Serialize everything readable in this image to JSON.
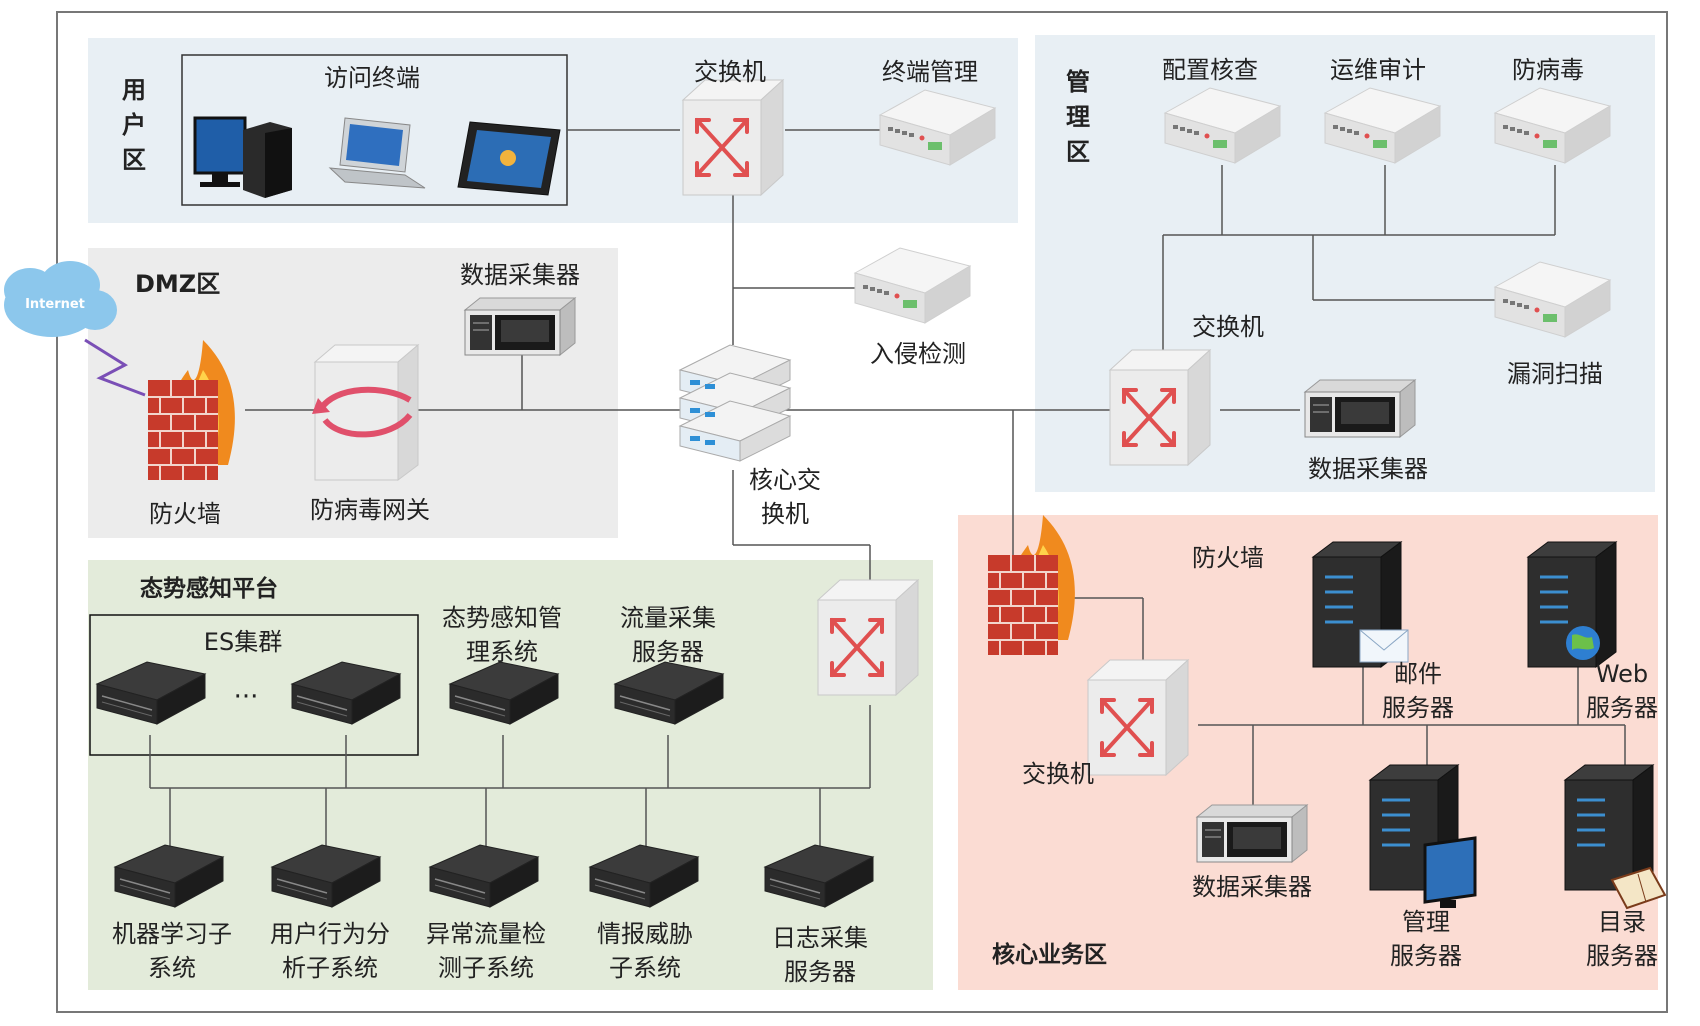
{
  "zones": {
    "user": {
      "label_1": "用",
      "label_2": "户",
      "label_3": "区",
      "group_label": "访问终端"
    },
    "management": {
      "label_1": "管",
      "label_2": "理",
      "label_3": "区"
    },
    "dmz": {
      "label": "DMZ区"
    },
    "situation": {
      "label": "态势感知平台",
      "es_label": "ES集群",
      "ellipsis": "···"
    },
    "core": {
      "label": "核心业务区"
    }
  },
  "cloud": {
    "label": "Internet"
  },
  "nodes": {
    "user_switch": "交换机",
    "terminal_mgmt": "终端管理",
    "config_check": "配置核查",
    "ops_audit": "运维审计",
    "mgmt_antivirus": "防病毒",
    "mgmt_switch": "交换机",
    "vuln_scan": "漏洞扫描",
    "mgmt_collector": "数据采集器",
    "dmz_collector": "数据采集器",
    "intrusion": "入侵检测",
    "dmz_firewall": "防火墙",
    "av_gateway": "防病毒网关",
    "core_switch_1": "核心交",
    "core_switch_2": "换机",
    "sa_mgmt_1": "态势感知管",
    "sa_mgmt_2": "理系统",
    "flow_collect_1": "流量采集",
    "flow_collect_2": "服务器",
    "ml_1": "机器学习子",
    "ml_2": "系统",
    "uba_1": "用户行为分",
    "uba_2": "析子系统",
    "anomaly_1": "异常流量检",
    "anomaly_2": "测子系统",
    "intel_1": "情报威胁",
    "intel_2": "子系统",
    "log_1": "日志采集",
    "log_2": "服务器",
    "core_firewall": "防火墙",
    "core_switch": "交换机",
    "core_collector": "数据采集器",
    "mail_1": "邮件",
    "mail_2": "服务器",
    "web_1": "Web",
    "web_2": "服务器",
    "mgmt_server_1": "管理",
    "mgmt_server_2": "服务器",
    "dir_1": "目录",
    "dir_2": "服务器"
  },
  "colors": {
    "user_zone": "#e8eff4",
    "dmz_zone": "#ececec",
    "situation_zone": "#e3ebda",
    "core_zone": "#fbdcd3",
    "line": "#555555"
  }
}
